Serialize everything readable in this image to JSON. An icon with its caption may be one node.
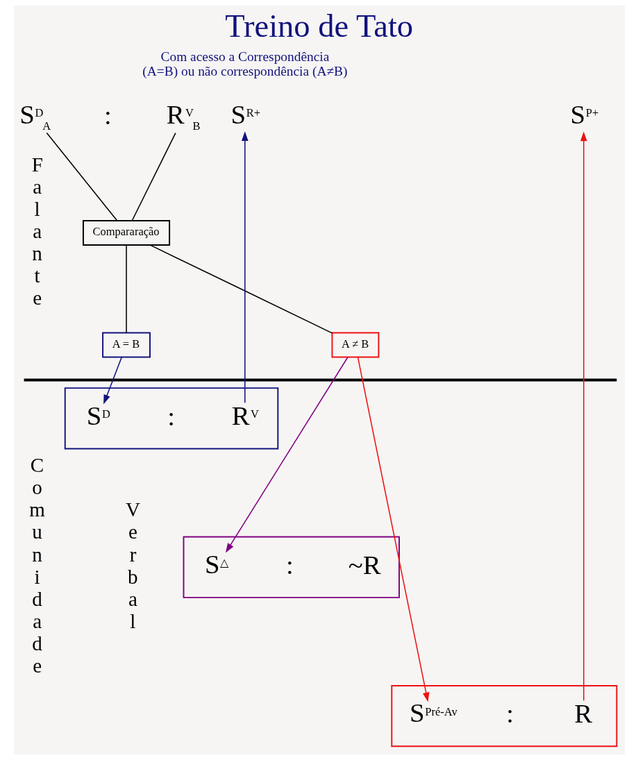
{
  "diagram": {
    "title": "Treino de Tato",
    "nodes": [
      {
        "text": [
          "S$^{D}$$_{A}$"
        ]
      },
      {
        "text": [
          "R$^{V}$$_{B}$"
        ]
      },
      {
        "text": [
          "S$^{R+}$"
        ]
      },
      {
        "text": [
          "S$^{P+}$"
        ]
      },
      {
        "text": [
          "Compararação"
        ]
      },
      {
        "text": [
          "A = B"
        ]
      },
      {
        "text": [
          "A ≠ B"
        ]
      },
      {
        "text": [],
        "shape": "box"
      },
      {
        "text": [
          "S$^{D}$"
        ],
        "in": 7
      },
      {
        "text": [
          "R$^{V}$"
        ],
        "in": 7
      },
      {
        "text": [],
        "shape": "box"
      },
      {
        "text": [
          "S$^{△}$"
        ],
        "in": 10
      },
      {
        "text": [
          "~R"
        ],
        "in": 10
      },
      {
        "text": [],
        "shape": "box"
      },
      {
        "text": [
          "S$^{Pré-Av}$"
        ],
        "in": 13
      },
      {
        "text": [
          "R"
        ],
        "in": 13
      }
    ],
    "edges": [
      {
        "from": 0,
        "to": 4,
        "arrow": "none"
      },
      {
        "from": 1,
        "to": 4,
        "arrow": "none"
      },
      {
        "from": 4,
        "to": 5,
        "arrow": "none"
      },
      {
        "from": 4,
        "to": 6,
        "arrow": "none"
      },
      {
        "from": 5,
        "to": 8,
        "arrow": "to",
        "color": "#12127c"
      },
      {
        "from": 6,
        "to": 11,
        "arrow": "to",
        "color": "#800080"
      },
      {
        "from": 6,
        "to": 14,
        "arrow": "to",
        "color": "#ee1111"
      },
      {
        "from": 9,
        "to": 2,
        "arrow": "to",
        "color": "#12127c"
      },
      {
        "from": 15,
        "to": 3,
        "arrow": "to",
        "color": "#ee1111"
      }
    ],
    "labels": [
      "Com acesso a Correspondência (A=B) ou não correspondência (A≠B)",
      "Falante",
      ":",
      "Comunidade",
      ":",
      "Verbal",
      ":",
      ":"
    ]
  }
}
